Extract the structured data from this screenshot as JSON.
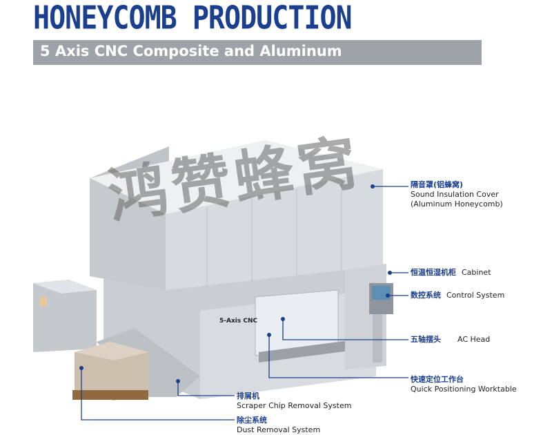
{
  "header": {
    "title": "HONEYCOMB PRODUCTION",
    "subtitle": "5 Axis CNC Composite and Aluminum"
  },
  "machine": {
    "badge": "5-Axis CNC",
    "watermark": "鸿赞蜂窝"
  },
  "callouts": [
    {
      "cn": "隔音罩(铝蜂窝)",
      "en": "Sound Insulation Cover",
      "en2": "(Aluminum Honeycomb)"
    },
    {
      "cn": "恒温恒湿机柜",
      "en": "Cabinet"
    },
    {
      "cn": "数控系统",
      "en": "Control System"
    },
    {
      "cn": "五轴摆头",
      "en": "AC Head"
    },
    {
      "cn": "快速定位工作台",
      "en": "Quick Positioning Worktable"
    },
    {
      "cn": "排屑机",
      "en": "Scraper Chip Removal System"
    },
    {
      "cn": "除尘系统",
      "en": "Dust Removal System"
    }
  ],
  "colors": {
    "title": "#1a3f8f",
    "accent": "#1a3f8f",
    "bar": "#9ea3a9"
  }
}
